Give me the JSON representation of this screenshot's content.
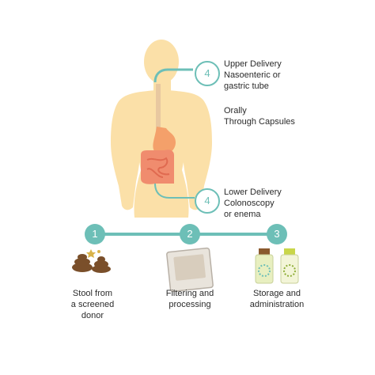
{
  "delivery": {
    "upper": {
      "number": "4",
      "line1": "Upper Delivery",
      "line2": "Nasoenteric or",
      "line3": "gastric tube"
    },
    "oral": {
      "line1": "Orally",
      "line2": "Through Capsules"
    },
    "lower": {
      "number": "4",
      "line1": "Lower Delivery",
      "line2": "Colonoscopy",
      "line3": "or enema"
    }
  },
  "steps": [
    {
      "number": "1",
      "line1": "Stool from",
      "line2": "a screened",
      "line3": "donor"
    },
    {
      "number": "2",
      "line1": "Filtering and",
      "line2": "processing",
      "line3": ""
    },
    {
      "number": "3",
      "line1": "Storage and",
      "line2": "administration",
      "line3": ""
    }
  ],
  "colors": {
    "body": "#fbe0a8",
    "accent": "#6dbfb7",
    "gut": "#f08c6e",
    "stomach": "#f4a06a",
    "stool": "#7a4f2a",
    "bottle_cap": "#8a5a2e",
    "bottle_glass": "#e8efc0"
  }
}
